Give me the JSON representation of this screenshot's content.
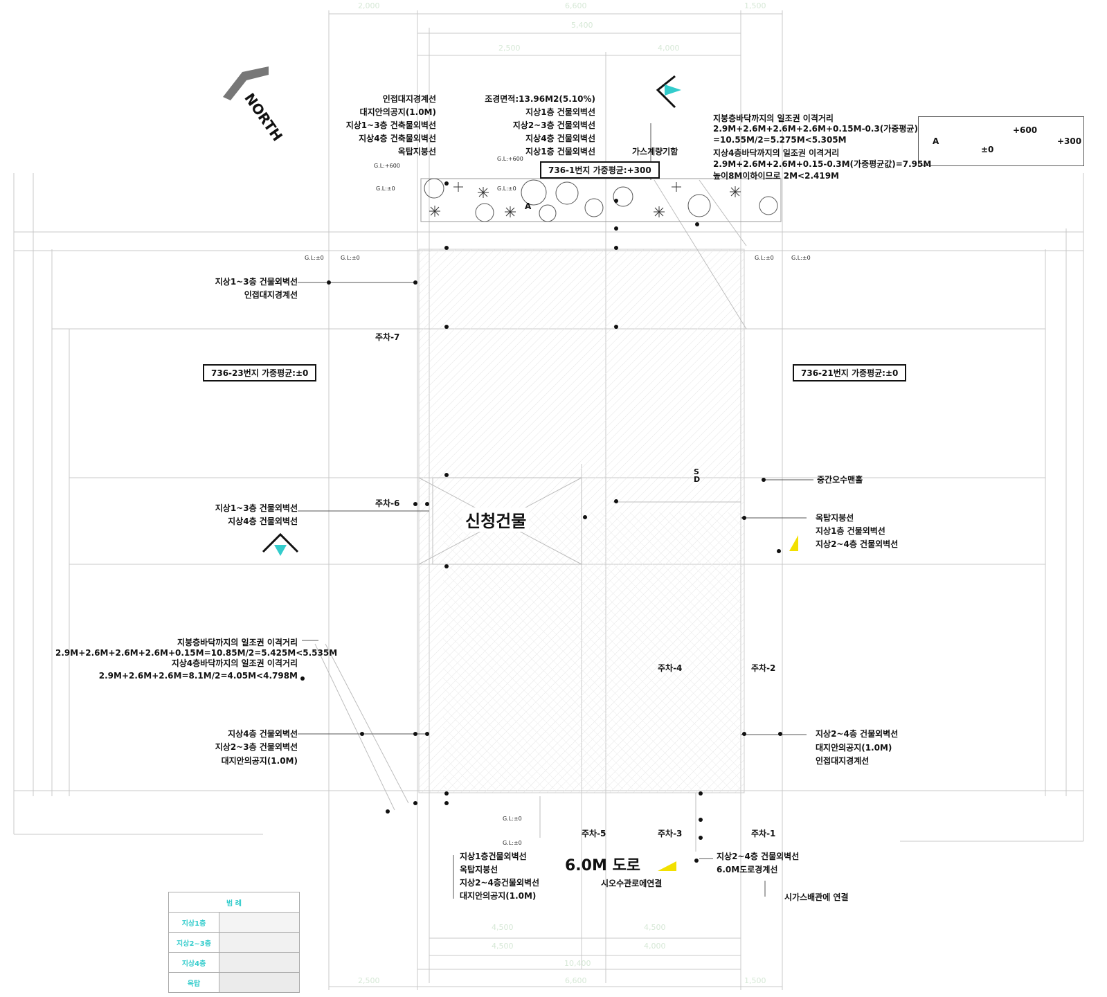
{
  "north_label": "NORTH",
  "building_label": "신청건물",
  "road_label": "6.0M 도로",
  "boxes": {
    "box_736_1": "736-1번지 가중평균:+300",
    "box_736_23": "736-23번지 가중평균:±0",
    "box_736_21": "736-21번지 가중평균:±0"
  },
  "top_left_labels": [
    "인접대지경계선",
    "대지안의공지(1.0M)",
    "지상1~3층 건축물외벽선",
    "지상4층 건축물외벽선",
    "옥탑지붕선"
  ],
  "top_mid_labels": [
    "조경면적:13.96M2(5.10%)",
    "지상1층 건물외벽선",
    "지상2~3층 건물외벽선",
    "지상4층 건물외벽선",
    "지상1층 건물외벽선"
  ],
  "gas_meter": "가스계량기함",
  "right_top_notes": [
    "지붕층바닥까지의 일조권 이격거리",
    "2.9M+2.6M+2.6M+2.6M+0.15M-0.3(가중평균)",
    "=10.55M/2=5.275M<5.305M",
    "지상4층바닥까지의 일조권 이격거리",
    "2.9M+2.6M+2.6M+0.15-0.3M(가중평균값)=7.95M",
    "높이8M이하이므로 2M<2.419M"
  ],
  "left_mid1": [
    "지상1~3층 건물외벽선",
    "인접대지경계선"
  ],
  "left_mid2": [
    "지상1~3층 건물외벽선",
    "지상4층 건물외벽선"
  ],
  "left_notes": [
    "지붕층바닥까지의 일조권 이격거리",
    "2.9M+2.6M+2.6M+2.6M+0.15M=10.85M/2=5.425M<5.535M",
    "지상4층바닥까지의 일조권 이격거리",
    "2.9M+2.6M+2.6M=8.1M/2=4.05M<4.798M"
  ],
  "left_bottom": [
    "지상4층 건물외벽선",
    "지상2~3층 건물외벽선",
    "대지안의공지(1.0M)"
  ],
  "right_mid": [
    "옥탑지붕선",
    "지상1층 건물외벽선",
    "지상2~4층 건물외벽선"
  ],
  "right_bottom": [
    "지상2~4층 건물외벽선",
    "대지안의공지(1.0M)",
    "인접대지경계선"
  ],
  "manhole": "중간오수맨홀",
  "sd_mark": "S\nD",
  "bottom_center": [
    "지상1층건물외벽선",
    "옥탑지붕선",
    "지상2~4층건물외벽선",
    "대지안의공지(1.0M)"
  ],
  "bottom_right": [
    "지상2~4층 건물외벽선",
    "6.0M도로경계선"
  ],
  "sewer": "시오수관로에연결",
  "gas_pipe": "시가스배관에 연결",
  "parking": [
    "주차-7",
    "주차-6",
    "주차-5",
    "주차-4",
    "주차-3",
    "주차-2",
    "주차-1"
  ],
  "gl_marks": [
    "G.L:+600",
    "G.L:±0",
    "G.L:+600",
    "G.L:±0",
    "G.L:±0",
    "G.L:±0",
    "G.L:±0",
    "G.L:±0",
    "G.L:±0",
    "G.L:±0"
  ],
  "table_a": {
    "a": "A",
    "p600": "+600",
    "pm0": "±0",
    "p300": "+300"
  },
  "landscape_a": "A",
  "legend": {
    "header": "범 례",
    "rows": [
      "지상1층",
      "지상2~3층",
      "지상4층",
      "옥탑"
    ]
  },
  "dims_top": [
    "2,000",
    "6,600",
    "1,500",
    "5,400",
    "2,500",
    "4,000"
  ],
  "dims_bottom": [
    "4,500",
    "4,500",
    "4,500",
    "4,000",
    "10,400",
    "2,500",
    "6,600",
    "1,500"
  ],
  "colors": {
    "line": "#c9c9c9",
    "dim_line": "#d9e9d9",
    "hatch": "#e6e6e6",
    "accent": "#33cccc",
    "yellow": "#f2e000"
  }
}
